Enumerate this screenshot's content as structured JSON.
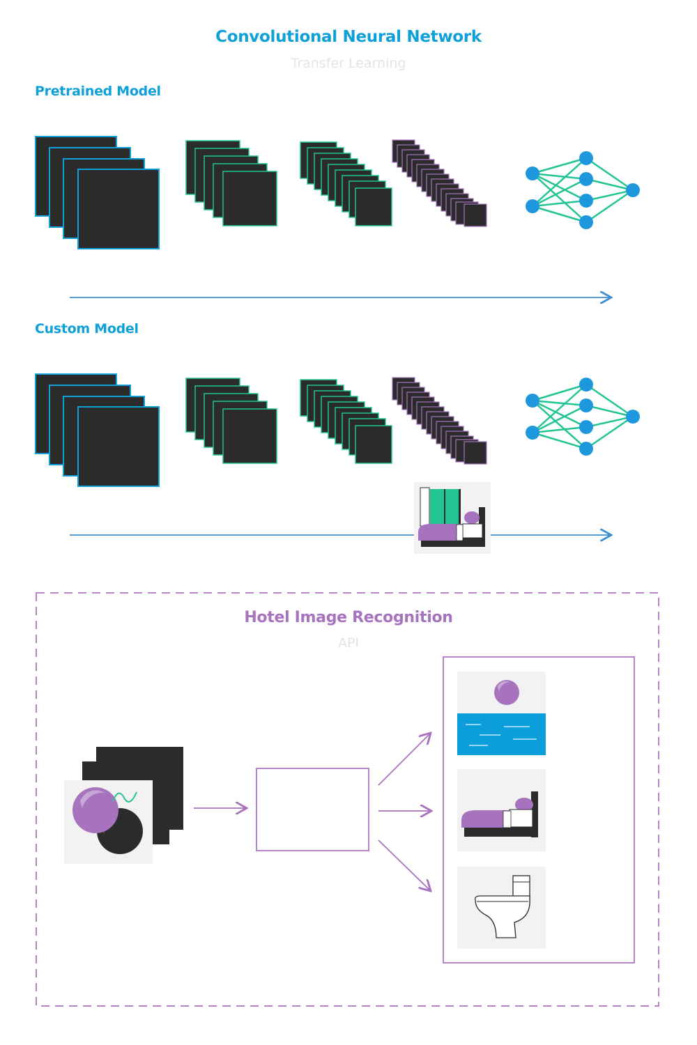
{
  "header": {
    "title": "Convolutional Neural Network",
    "subtitle": "Transfer Learning"
  },
  "pretrained": {
    "label": "Pretrained Model"
  },
  "custom": {
    "label": "Custom Model"
  },
  "api_section": {
    "title": "Hotel Image Recognition",
    "subtitle": "API"
  },
  "colors": {
    "blue": "#0fa0d8",
    "green": "#22c493",
    "purple": "#a773be",
    "dark": "#2b2b2b",
    "light_gray": "#e4e4e4",
    "pool_blue": "#0c9edb"
  },
  "icons": {
    "input": "ball-image-stack-icon",
    "outputs": [
      "pool-icon",
      "bed-icon",
      "toilet-icon"
    ],
    "custom_input": "hotel-room-icon"
  }
}
